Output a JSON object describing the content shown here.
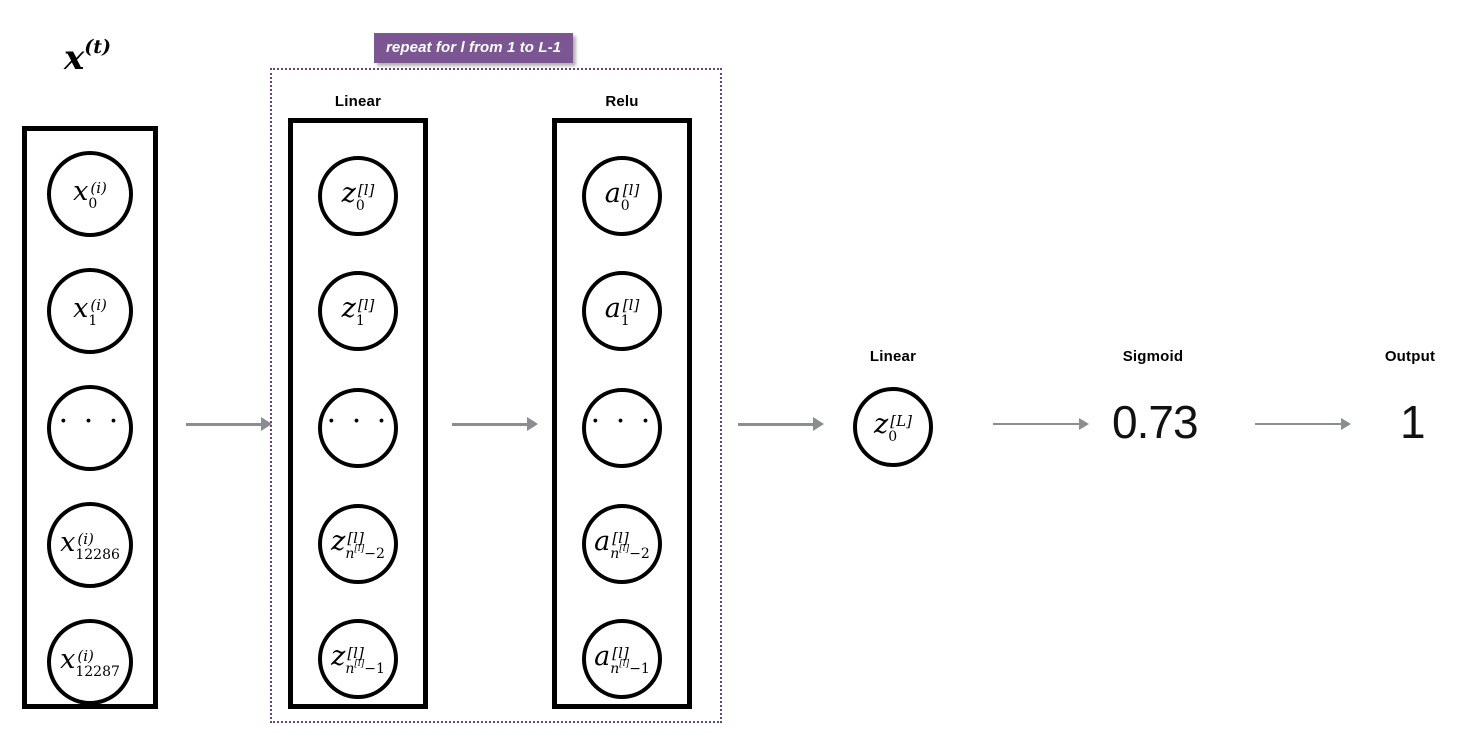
{
  "diagram": {
    "title_label": "x",
    "title_superscript": "(t)",
    "repeat_banner": "repeat for l from 1 to L-1",
    "accent_purple": "#7b5692",
    "dotted_border_color": "#6c3f8a",
    "arrow_color": "#8a8d91"
  },
  "input_layer": {
    "name": "input-vector",
    "nodes": [
      {
        "base": "x",
        "sup": "(i)",
        "sub": "0"
      },
      {
        "base": "x",
        "sup": "(i)",
        "sub": "1"
      },
      {
        "base": "…",
        "sup": "",
        "sub": ""
      },
      {
        "base": "x",
        "sup": "(i)",
        "sub": "12286"
      },
      {
        "base": "x",
        "sup": "(i)",
        "sub": "12287"
      }
    ]
  },
  "linear_layer": {
    "header": "Linear",
    "nodes": [
      {
        "base": "z",
        "sup": "[l]",
        "sub": "0"
      },
      {
        "base": "z",
        "sup": "[l]",
        "sub": "1"
      },
      {
        "base": "…",
        "sup": "",
        "sub": ""
      },
      {
        "base": "z",
        "sup": "[l]",
        "sub": "n[l]−2"
      },
      {
        "base": "z",
        "sup": "[l]",
        "sub": "n[l]−1"
      }
    ]
  },
  "relu_layer": {
    "header": "Relu",
    "nodes": [
      {
        "base": "a",
        "sup": "[l]",
        "sub": "0"
      },
      {
        "base": "a",
        "sup": "[l]",
        "sub": "1"
      },
      {
        "base": "…",
        "sup": "",
        "sub": ""
      },
      {
        "base": "a",
        "sup": "[l]",
        "sub": "n[l]−2"
      },
      {
        "base": "a",
        "sup": "[l]",
        "sub": "n[l]−1"
      }
    ]
  },
  "output_linear": {
    "header": "Linear",
    "node": {
      "base": "z",
      "sup": "[L]",
      "sub": "0"
    }
  },
  "sigmoid": {
    "header": "Sigmoid",
    "value": "0.73"
  },
  "output": {
    "header": "Output",
    "value": "1"
  },
  "ellipsis_glyph": "· · ·",
  "subscript_parts": {
    "n": "n",
    "bracket_l": "[l]",
    "minus_two": "−2",
    "minus_one": "−1"
  }
}
